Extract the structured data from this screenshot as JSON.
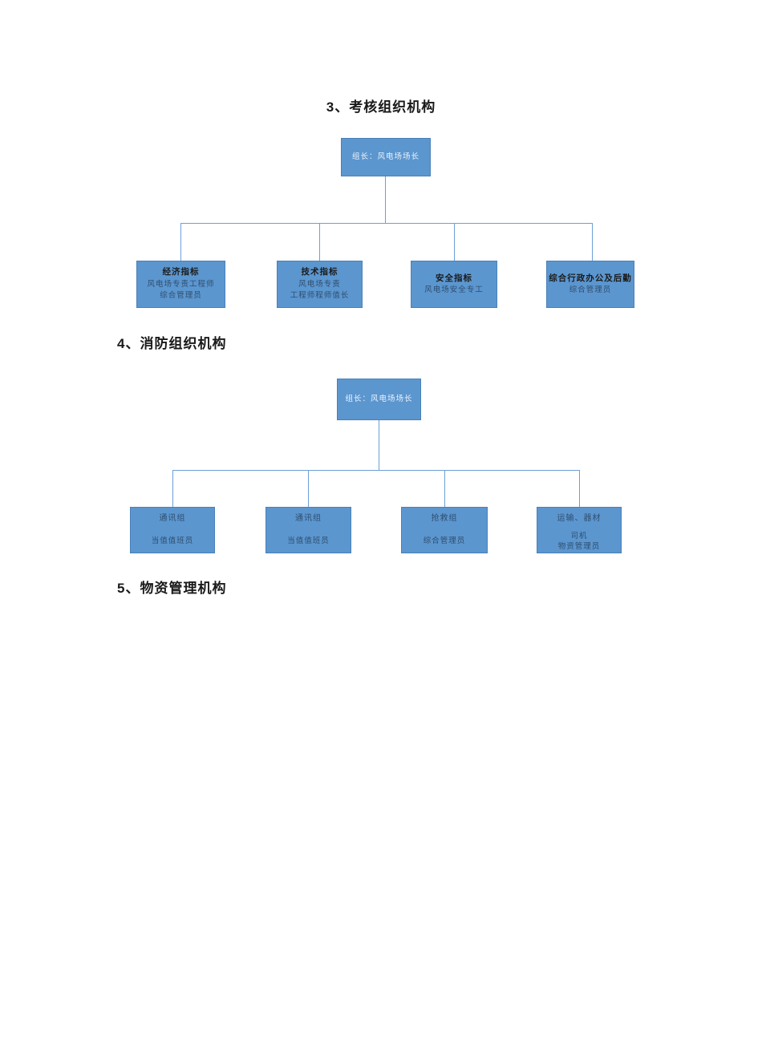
{
  "colors": {
    "box_fill": "#5b96cf",
    "box_border": "#4a80b8",
    "connector": "#6ca0d6",
    "root_text": "#eaf2fb",
    "title_text": "#1b1b1b",
    "body_text": "#2f4e6e",
    "heading_text": "#1a1a1a",
    "page_bg": "#ffffff"
  },
  "sections": [
    {
      "heading": "3、考核组织机构",
      "chart": {
        "root": {
          "label": "组长：风电场场长"
        },
        "children": [
          {
            "title": "经济指标",
            "lines": [
              "风电场专责工程师",
              "综合管理员"
            ]
          },
          {
            "title": "技术指标",
            "lines": [
              "风电场专责",
              "工程师程师值长"
            ]
          },
          {
            "title": "安全指标",
            "lines": [
              "风电场安全专工"
            ]
          },
          {
            "title": "综合行政办公及后勤",
            "lines": [
              "综合管理员"
            ]
          }
        ]
      }
    },
    {
      "heading": "4、消防组织机构",
      "chart": {
        "root": {
          "label": "组长：风电场场长"
        },
        "children": [
          {
            "title": "通讯组",
            "lines": [
              "当值值班员"
            ]
          },
          {
            "title": "通讯组",
            "lines": [
              "当值值班员"
            ]
          },
          {
            "title": "抢救组",
            "lines": [
              "综合管理员"
            ]
          },
          {
            "title": "运输、器材",
            "lines": [
              "司机",
              "物资管理员"
            ]
          }
        ]
      }
    },
    {
      "heading": "5、物资管理机构"
    }
  ]
}
